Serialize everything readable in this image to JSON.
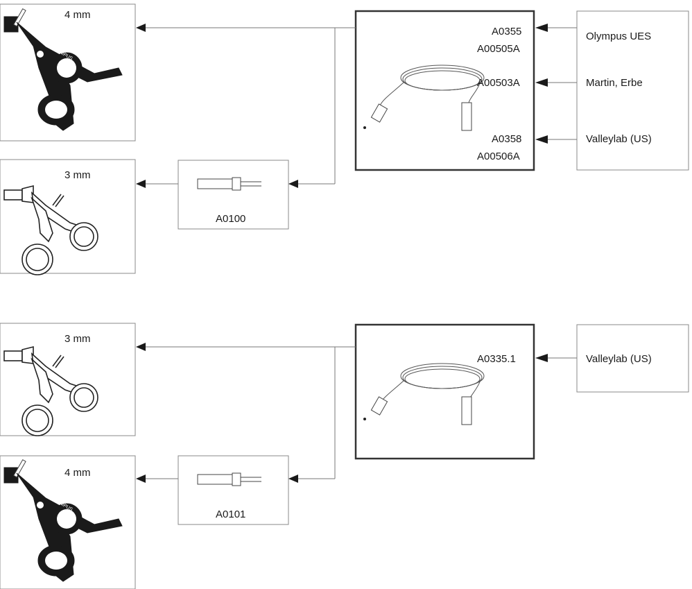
{
  "top": {
    "instrument_upper_size": "4 mm",
    "instrument_lower_size": "3 mm",
    "adapter_code": "A0100",
    "cable_codes": [
      "A0355",
      "A00505A",
      "A00503A",
      "A0358",
      "A00506A"
    ],
    "generators": [
      "Olympus UES",
      "Martin, Erbe",
      "Valleylab (US)"
    ]
  },
  "bottom": {
    "instrument_upper_size": "3 mm",
    "instrument_lower_size": "4 mm",
    "adapter_code": "A0101",
    "cable_codes": [
      "A0335.1"
    ],
    "generators": [
      "Valleylab (US)"
    ]
  },
  "logos": {
    "instrument_brand": "OLYMPUS"
  },
  "colors": {
    "dark_instrument": "#1a1a1a",
    "box_border": "#888888",
    "cable_box_border": "#333333"
  }
}
